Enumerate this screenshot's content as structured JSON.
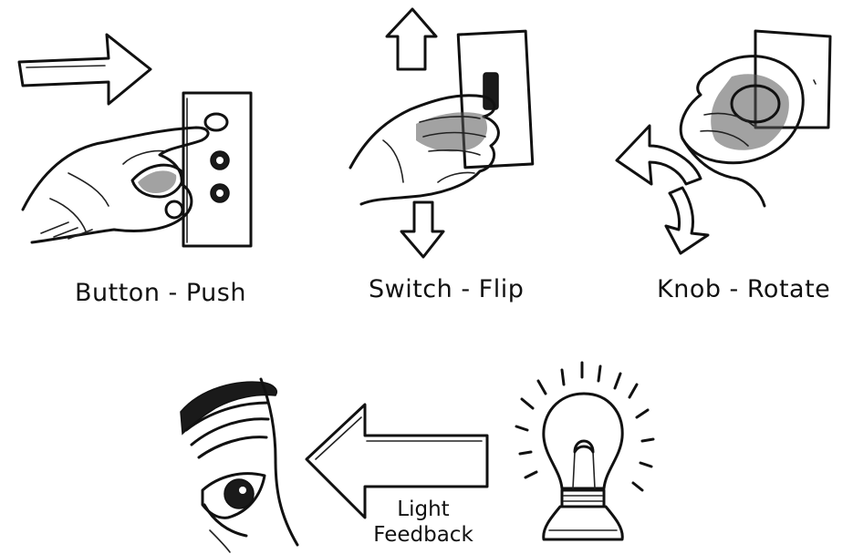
{
  "panels": [
    {
      "id": "button",
      "caption": "Button - Push",
      "icon": "hand-pushing-button-icon"
    },
    {
      "id": "switch",
      "caption": "Switch - Flip",
      "icon": "hand-flipping-switch-icon"
    },
    {
      "id": "knob",
      "caption": "Knob - Rotate",
      "icon": "hand-rotating-knob-icon"
    }
  ],
  "feedback": {
    "label_line1": "Light",
    "label_line2": "Feedback",
    "eye_icon": "eye-icon",
    "arrow_icon": "left-arrow-icon",
    "bulb_icon": "light-bulb-icon"
  },
  "colors": {
    "ink": "#111111",
    "background": "#ffffff"
  }
}
